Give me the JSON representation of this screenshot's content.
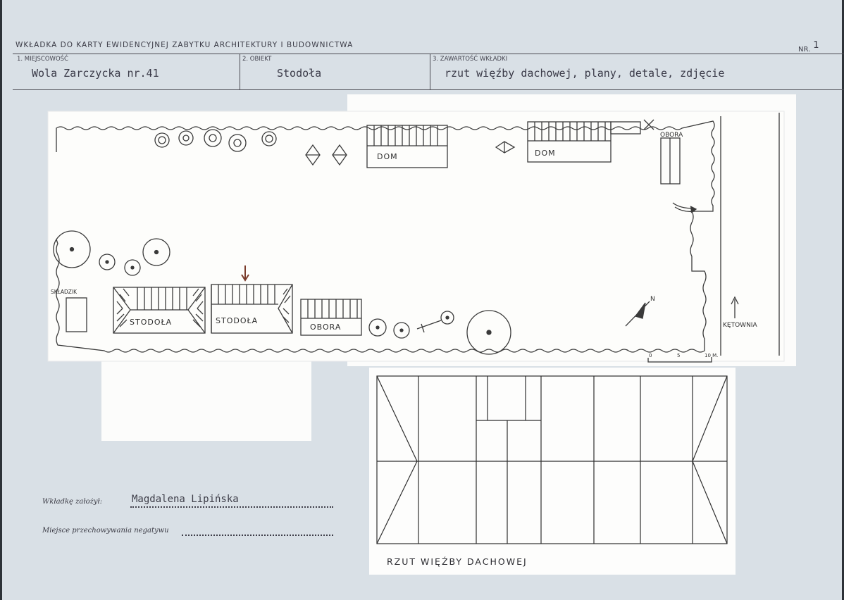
{
  "header": {
    "title": "Wkładka do karty ewidencyjnej zabytku architektury i budownictwa",
    "nr_label": "NR.",
    "nr_value": "1"
  },
  "fields": [
    {
      "label": "1. Miejscowość",
      "value": "Wola Zarczycka nr.41"
    },
    {
      "label": "2. Obiekt",
      "value": "Stodoła"
    },
    {
      "label": "3. Zawartość wkładki",
      "value": "rzut więźby dachowej, plany, detale, zdjęcie"
    }
  ],
  "site_plan": {
    "labels": {
      "dom_1": "DOM",
      "dom_2": "DOM",
      "obora_right": "OBORA",
      "skladzik": "SKŁADZIK",
      "stodola_1": "STODOŁA",
      "stodola_2": "STODOŁA",
      "obora_bottom": "OBORA",
      "north": "N",
      "ketownia": "KĘTOWNIA",
      "scale_0": "0",
      "scale_5": "5",
      "scale_10": "10 M."
    }
  },
  "roof_plan": {
    "caption": "RZUT WIĘŹBY DACHOWEJ"
  },
  "signature": {
    "author_label": "Wkładkę założył:",
    "author_value": "Magdalena Lipińska",
    "location_label": "Miejsce przechowywania negatywu"
  }
}
